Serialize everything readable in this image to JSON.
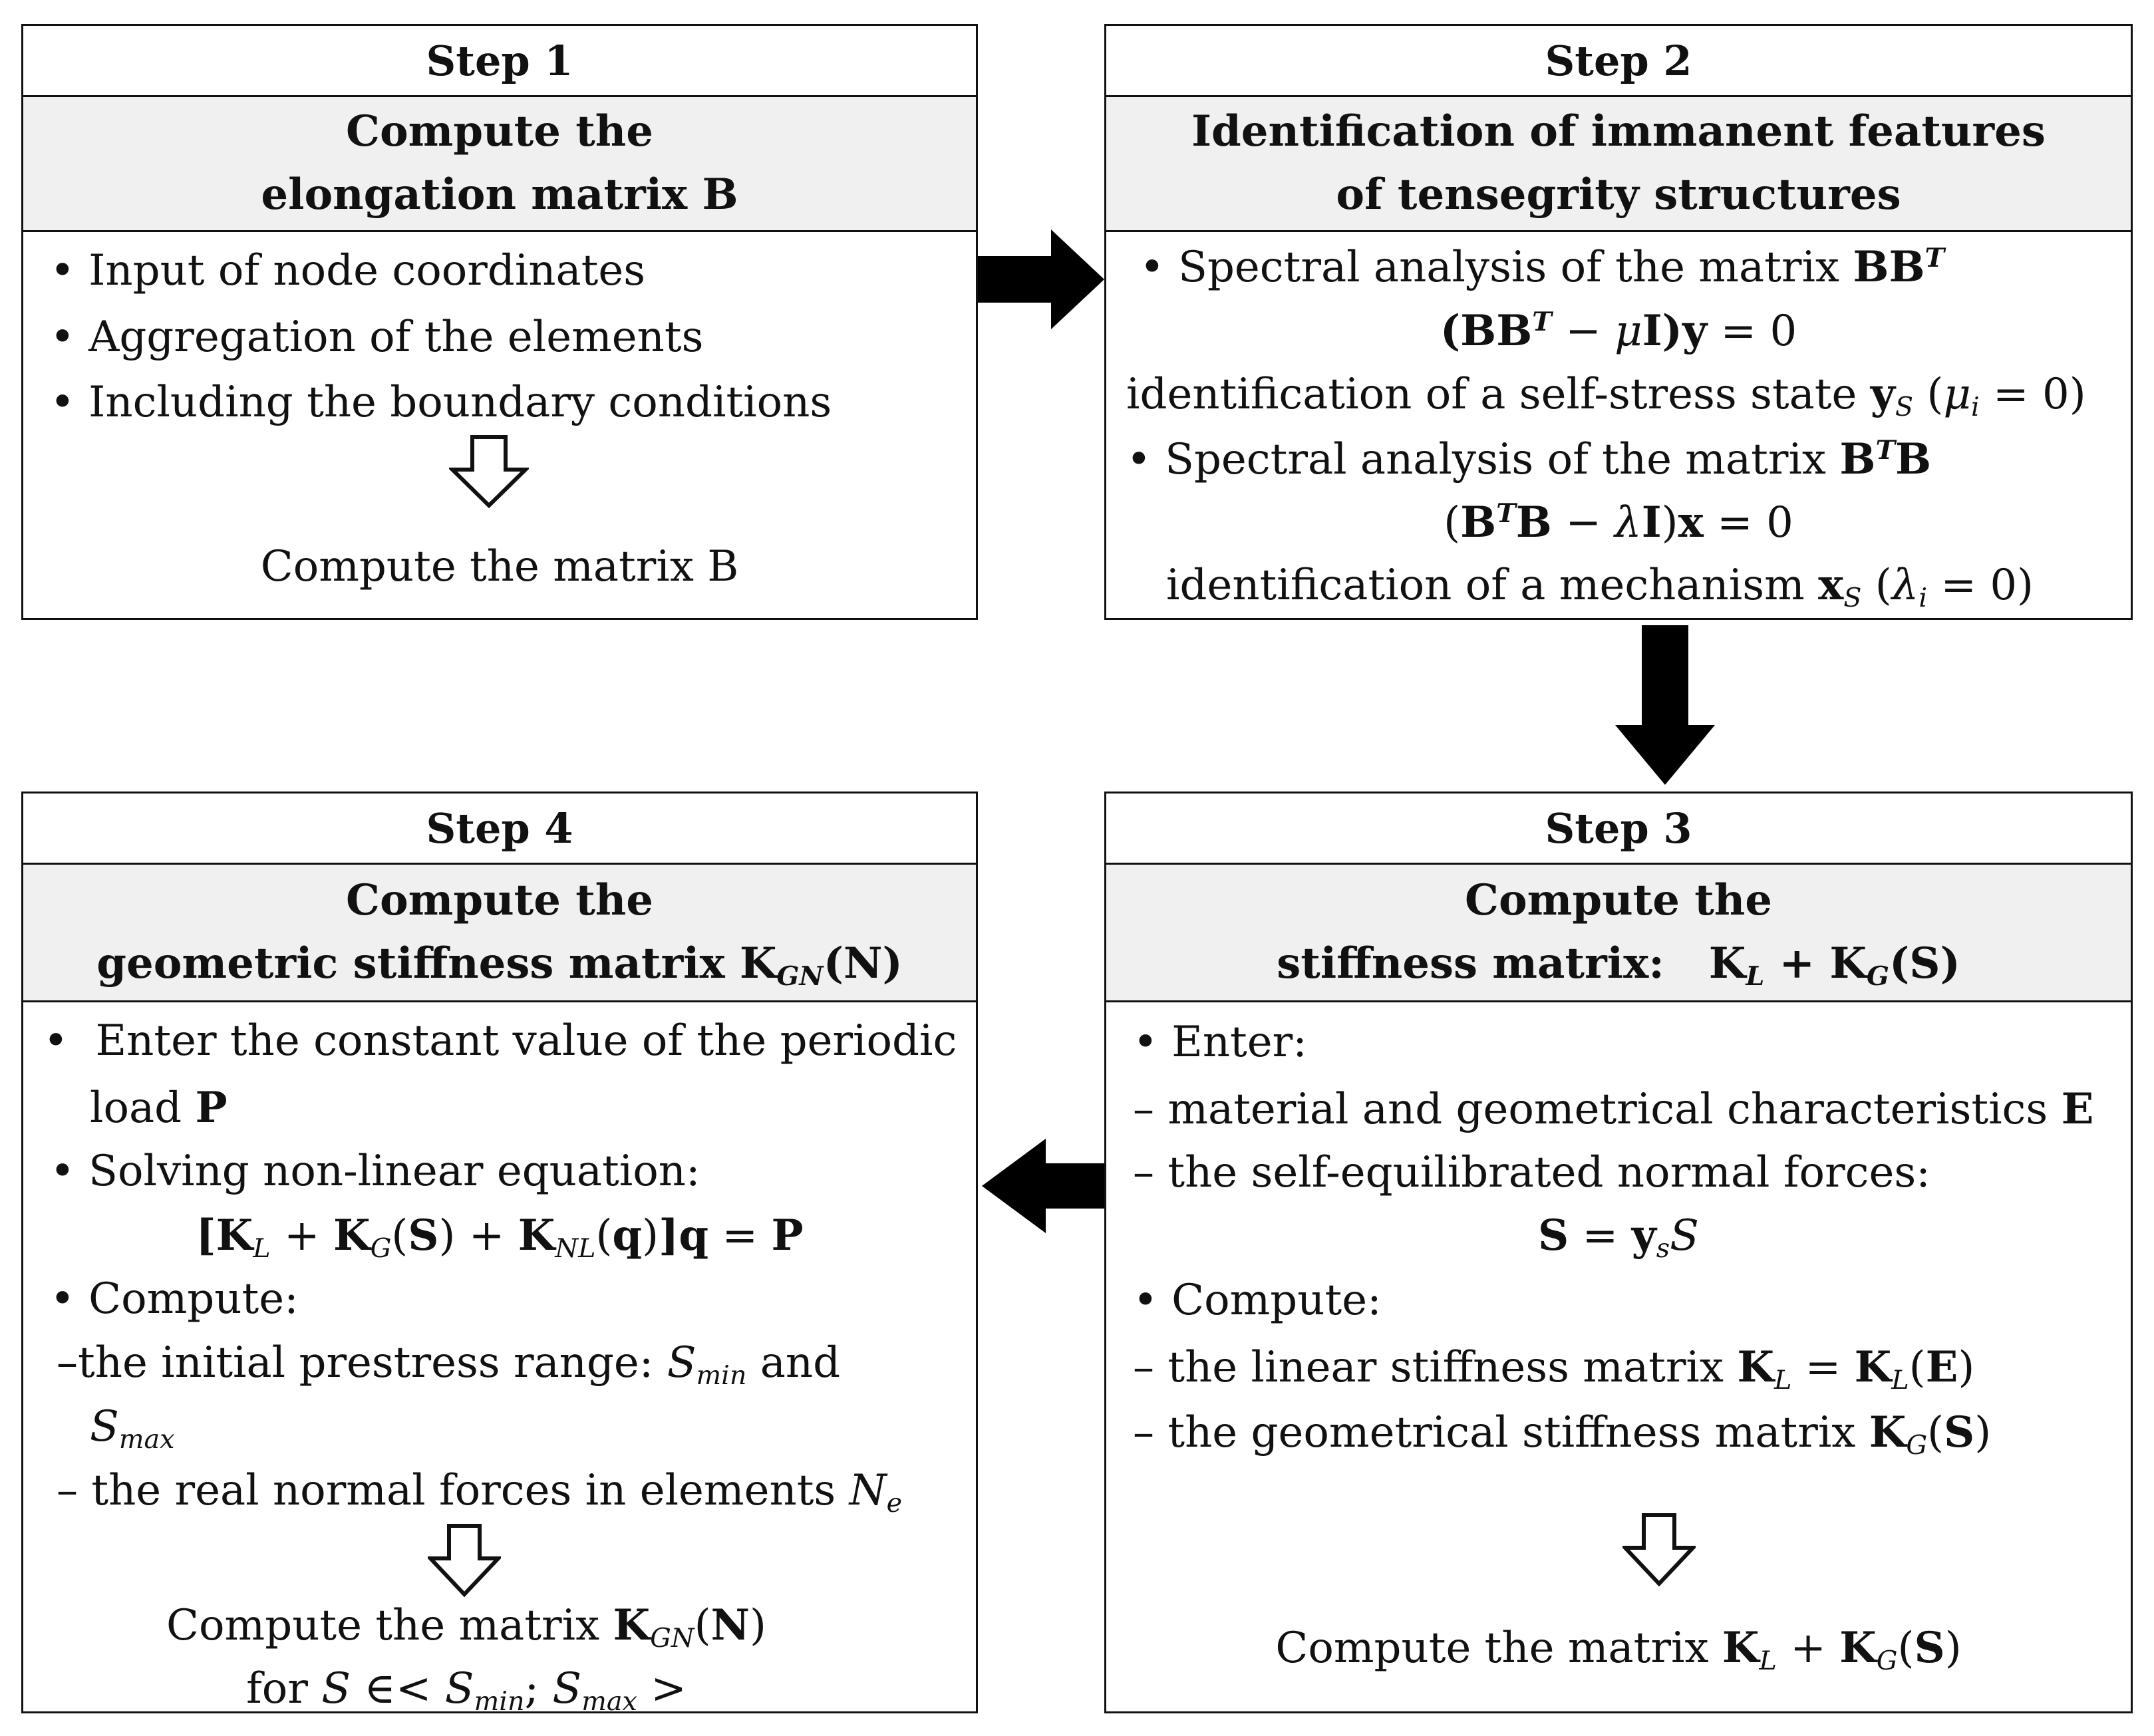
{
  "step1": {
    "header": "Step 1",
    "title_lines": [
      "Compute the",
      "elongation matrix B"
    ],
    "items": [
      "Input of node coordinates",
      "Aggregation of the elements",
      "Including the boundary conditions"
    ],
    "result": "Compute the matrix  B"
  },
  "step2": {
    "header": "Step 2",
    "title_lines": [
      "Identification of immanent features",
      "of tensegrity structures"
    ],
    "analysis1": "Spectral analysis of the matrix ",
    "eq1": "(BBᵀ − μI)y = 0",
    "identify1": "identification of a self-stress state ",
    "cond1": "(μᵢ = 0)",
    "analysis2": "Spectral analysis of the matrix  ",
    "eq2": "(BᵀB  − λI)x = 0",
    "identify2": "identification of a mechanism  ",
    "cond2": "(λᵢ = 0)"
  },
  "step3": {
    "header": "Step 3",
    "title_lines": [
      "Compute the",
      "stiffness matrix:   K_L + K_G(S)"
    ],
    "enter": "Enter:",
    "material": "– material and geometrical characteristics  ",
    "material_sym": "E",
    "selfeq": "– the self-equilibrated normal forces:",
    "s_eq": "S = y_s S",
    "compute": "Compute:",
    "linear": "– the linear stiffness matrix ",
    "geometrical": "– the geometrical stiffness matrix ",
    "result": "Compute the matrix "
  },
  "step4": {
    "header": "Step 4",
    "title_lines": [
      "Compute the",
      "geometric stiffness matrix K_GN(N)"
    ],
    "enter_a": "Enter the constant value of the periodic",
    "enter_b": "load ",
    "enter_sym": "P",
    "solving": "Solving non-linear equation:",
    "eq": "[K_L + K_G(S) + K_NL(q)]q = P",
    "compute": "Compute:",
    "range_a": "–the initial prestress range: ",
    "range_and": " and",
    "forces": "– the real normal forces in elements ",
    "result_a": "Compute the matrix ",
    "result_b_for": "for ",
    "result_b_range": "S ∈< S_min; S_max >"
  }
}
